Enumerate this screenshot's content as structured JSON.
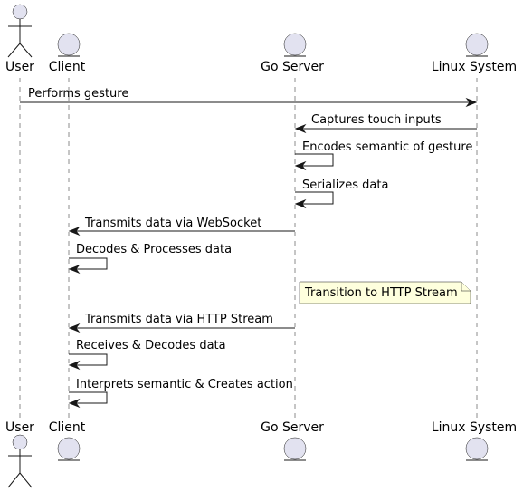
{
  "participants": [
    {
      "id": "user",
      "label": "User",
      "kind": "actor"
    },
    {
      "id": "client",
      "label": "Client",
      "kind": "entity"
    },
    {
      "id": "server",
      "label": "Go Server",
      "kind": "entity"
    },
    {
      "id": "linux",
      "label": "Linux System",
      "kind": "entity"
    }
  ],
  "messages": [
    {
      "from": "user",
      "to": "linux",
      "label": "Performs gesture"
    },
    {
      "from": "linux",
      "to": "server",
      "label": "Captures touch inputs"
    },
    {
      "from": "server",
      "to": "server",
      "label": "Encodes semantic of gesture"
    },
    {
      "from": "server",
      "to": "server",
      "label": "Serializes data"
    },
    {
      "from": "server",
      "to": "client",
      "label": "Transmits data via WebSocket"
    },
    {
      "from": "client",
      "to": "client",
      "label": "Decodes & Processes data"
    },
    {
      "from": "server",
      "to": "client",
      "label": "Transmits data via HTTP Stream"
    },
    {
      "from": "client",
      "to": "client",
      "label": "Receives & Decodes data"
    },
    {
      "from": "client",
      "to": "client",
      "label": "Interprets semantic & Creates action"
    }
  ],
  "note": {
    "label": "Transition to HTTP Stream"
  },
  "colors": {
    "participant_fill": "#E2E2F0",
    "note_fill": "#FEFFDD",
    "line": "#181818"
  }
}
